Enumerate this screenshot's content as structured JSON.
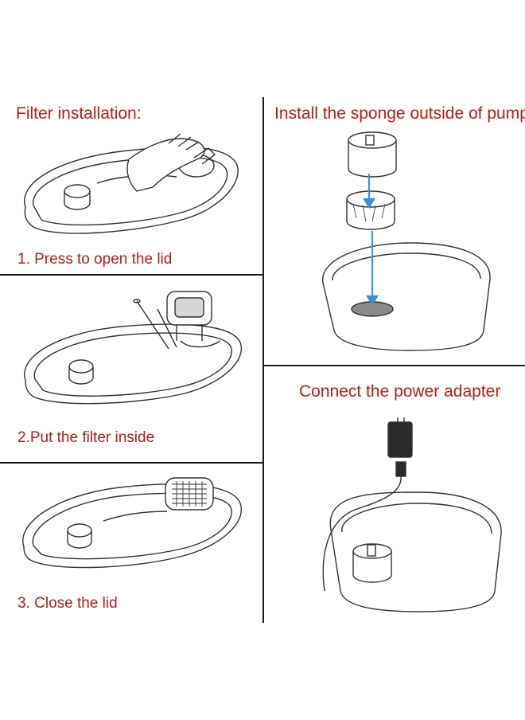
{
  "colors": {
    "label": "#b0201c",
    "line": "#1a1a1a",
    "accent_blue": "#3d8fd6"
  },
  "left_panel": {
    "heading": "Filter installation:",
    "steps": [
      {
        "label": "1. Press to open the lid"
      },
      {
        "label": "2.Put the filter inside"
      },
      {
        "label": "3. Close the lid"
      }
    ]
  },
  "right_panel": {
    "sponge_heading": "Install the sponge outside of pump",
    "power_heading": "Connect the power adapter"
  },
  "icons": [
    "hand-pressing-lid-icon",
    "filter-insert-icon",
    "closed-lid-icon",
    "pump-sponge-icon",
    "power-adapter-icon"
  ]
}
